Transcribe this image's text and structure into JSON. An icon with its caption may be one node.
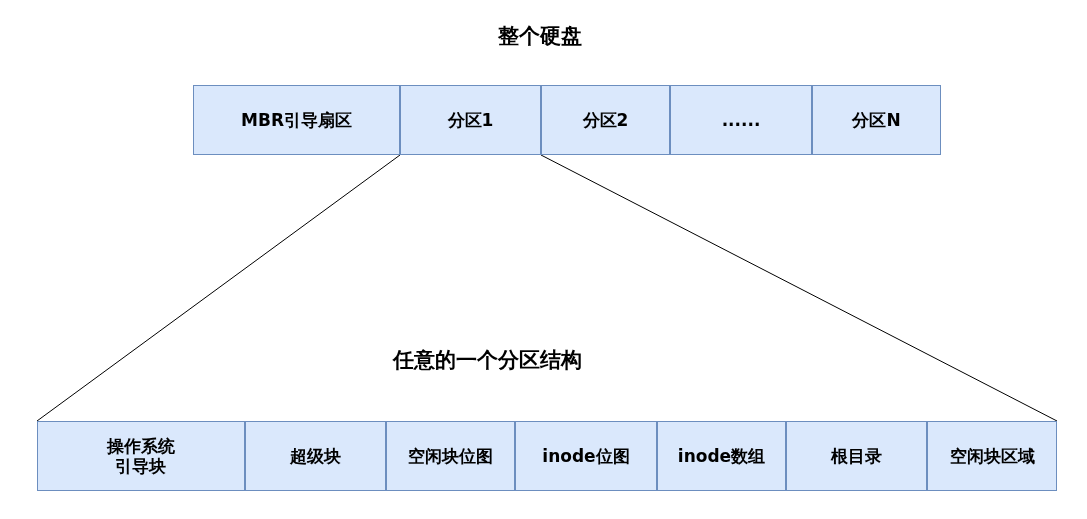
{
  "diagram": {
    "title": "整个硬盘",
    "nodes": [
      {
        "text": [
          "MBR引导扇区"
        ]
      },
      {
        "text": [
          "分区1"
        ]
      },
      {
        "text": [
          "分区2"
        ]
      },
      {
        "text": [
          "......"
        ]
      },
      {
        "text": [
          "分区N"
        ]
      },
      {
        "text": [
          "操作系统引导块"
        ]
      },
      {
        "text": [
          "超级块"
        ]
      },
      {
        "text": [
          "空闲块位图"
        ]
      },
      {
        "text": [
          "inode位图"
        ]
      },
      {
        "text": [
          "inode数组"
        ]
      },
      {
        "text": [
          "根目录"
        ]
      },
      {
        "text": [
          "空闲块区域"
        ]
      }
    ],
    "edges": [
      {
        "from": 1,
        "to": 5,
        "arrow": "none"
      },
      {
        "from": 1,
        "to": 11,
        "arrow": "none"
      }
    ],
    "labels": [
      "任意的一个分区结构"
    ]
  }
}
